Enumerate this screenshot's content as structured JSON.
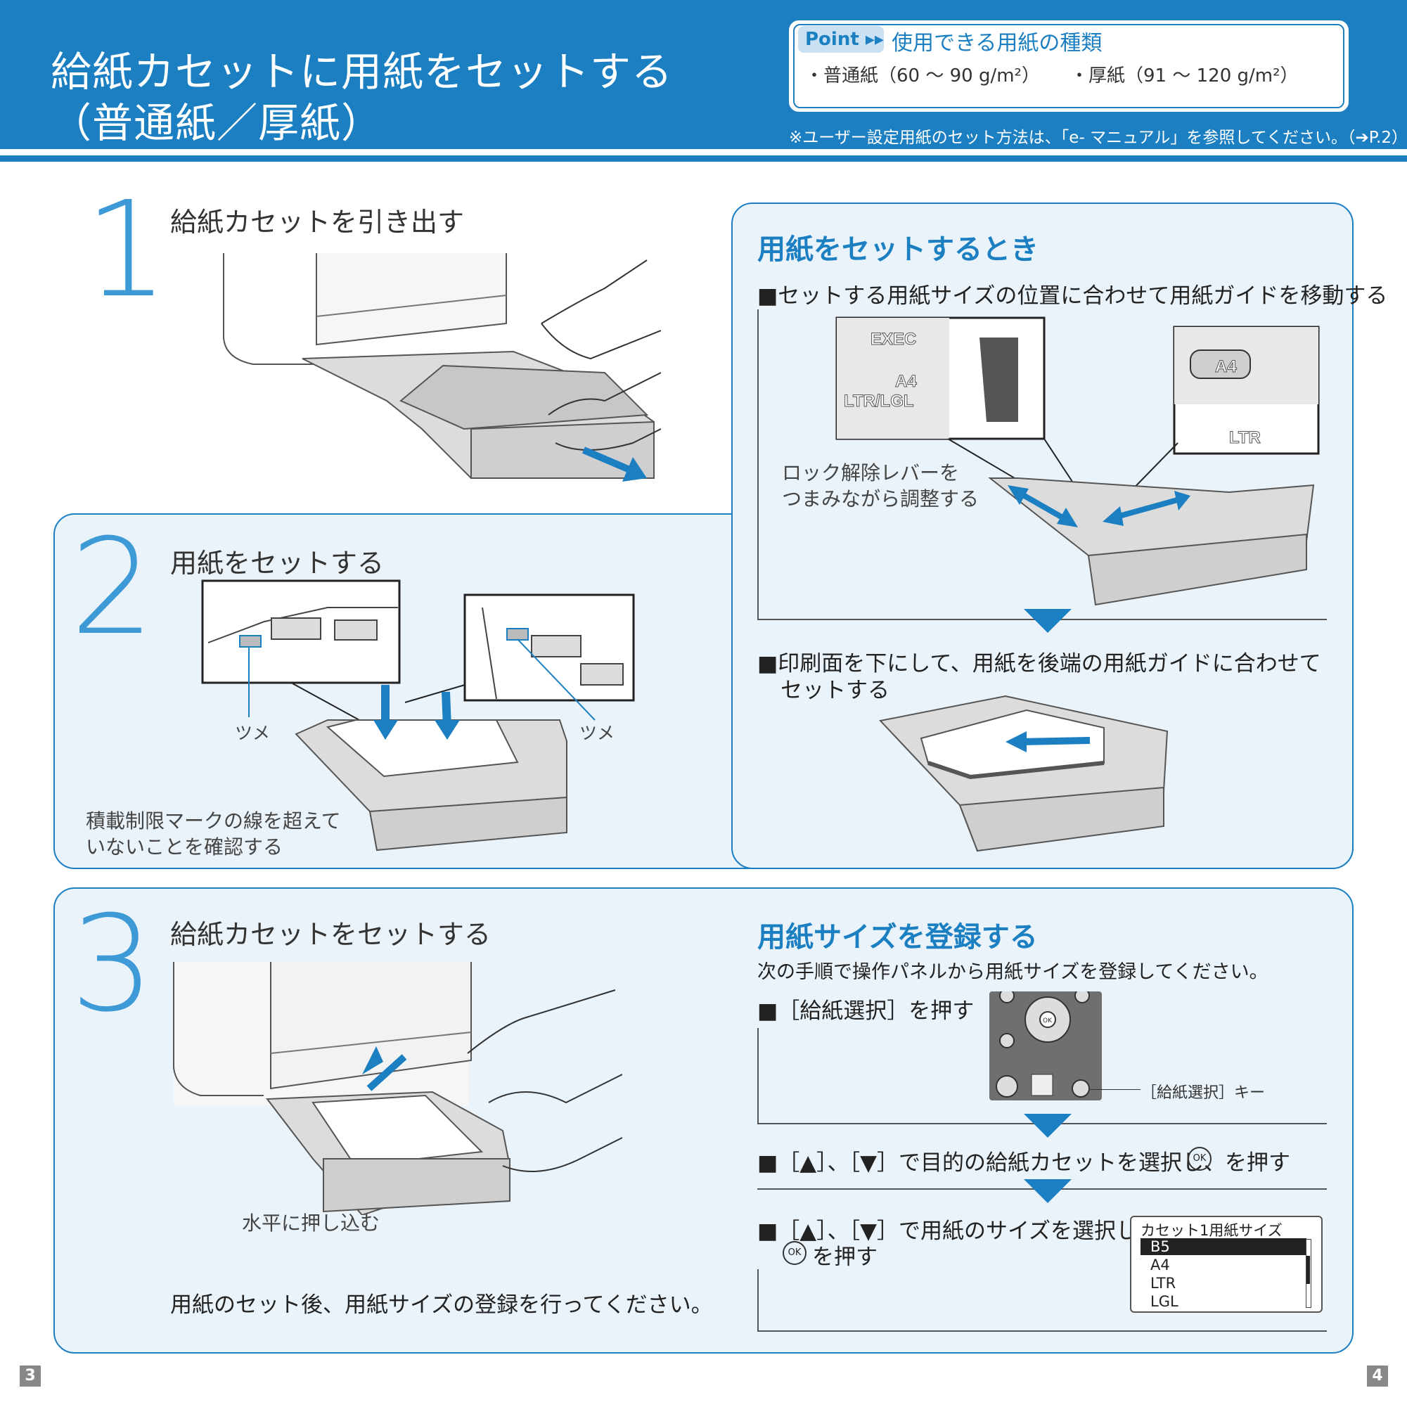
{
  "header": {
    "title_line1": "給紙カセットに用紙をセットする",
    "title_line2": "（普通紙／厚紙）",
    "point": {
      "badge": "Point ▸▸",
      "title": "使用できる用紙の種類",
      "item1": "・普通紙（60 ～ 90 g/m²）",
      "item2": "・厚紙（91 ～ 120 g/m²）",
      "note": "※ユーザー設定用紙のセット方法は、「e- マニュアル」を参照してください。（➔P.2）"
    }
  },
  "step1": {
    "number": "1",
    "title": "給紙カセットを引き出す"
  },
  "step2": {
    "number": "2",
    "title": "用紙をセットする",
    "callout_left": "ツメ",
    "callout_right": "ツメ",
    "note_line1": "積載制限マークの線を超えて",
    "note_line2": "いないことを確認する"
  },
  "step3": {
    "number": "3",
    "title": "給紙カセットをセットする",
    "caption": "水平に押し込む",
    "footer": "用紙のセット後、用紙サイズの登録を行ってください。"
  },
  "setting_panel": {
    "heading": "用紙をセットするとき",
    "instruction1": "■セットする用紙サイズの位置に合わせて用紙ガイドを移動する",
    "guide_labels": [
      "EXEC",
      "A4",
      "LTR/LGL"
    ],
    "guide_right_labels": [
      "A4",
      "LTR"
    ],
    "lock_note_line1": "ロック解除レバーを",
    "lock_note_line2": "つまみながら調整する",
    "instruction2_line1": "■印刷面を下にして、用紙を後端の用紙ガイドに合わせて",
    "instruction2_line2": "セットする"
  },
  "register_panel": {
    "heading": "用紙サイズを登録する",
    "intro": "次の手順で操作パネルから用紙サイズを登録してください。",
    "step_a": "■［給紙選択］を押す",
    "key_label": "［給紙選択］キー",
    "step_b_pre": "■［▲］、［▼］で目的の給紙カセットを選択し、",
    "step_b_post": "を押す",
    "step_c_line1": "■［▲］、［▼］で用紙のサイズを選択し、",
    "step_c_post": "を押す",
    "ok_glyph": "OK",
    "lcd": {
      "title": "カセット1用紙サイズ",
      "options": [
        "B5",
        "A4",
        "LTR",
        "LGL"
      ]
    }
  },
  "page_numbers": {
    "left": "3",
    "right": "4"
  },
  "colors": {
    "accent": "#1b7fc1",
    "panel_bg": "#eaf3fa",
    "number": "#3d9ad6"
  }
}
